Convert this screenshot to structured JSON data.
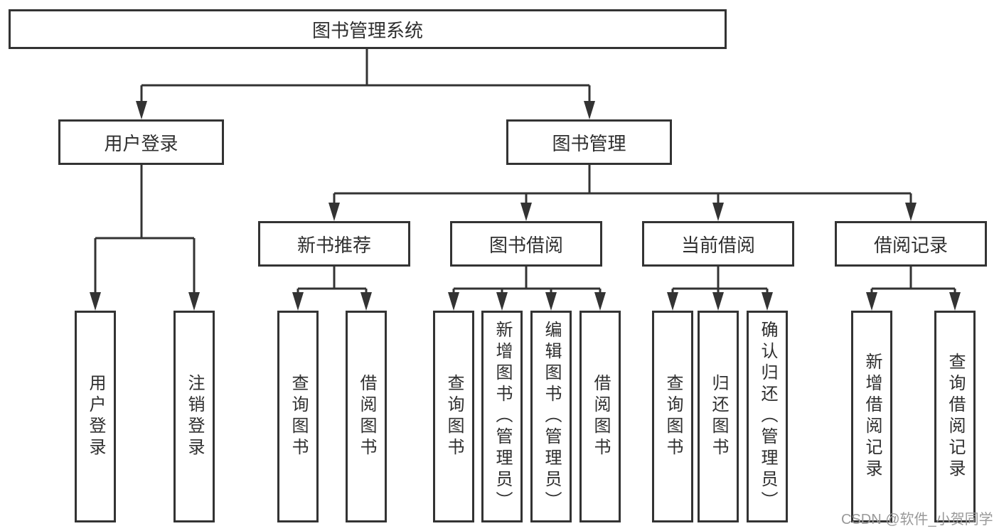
{
  "diagram": {
    "type": "hierarchy",
    "root": {
      "label": "图书管理系统"
    },
    "branches": [
      {
        "label": "用户登录",
        "leaves": [
          {
            "label": "用户登录"
          },
          {
            "label": "注销登录"
          }
        ]
      },
      {
        "label": "图书管理",
        "sections": [
          {
            "label": "新书推荐",
            "leaves": [
              {
                "label": "查询图书"
              },
              {
                "label": "借阅图书"
              }
            ]
          },
          {
            "label": "图书借阅",
            "leaves": [
              {
                "label": "查询图书"
              },
              {
                "label": "新增图书（管理员）"
              },
              {
                "label": "编辑图书（管理员）"
              },
              {
                "label": "借阅图书"
              }
            ]
          },
          {
            "label": "当前借阅",
            "leaves": [
              {
                "label": "查询图书"
              },
              {
                "label": "归还图书"
              },
              {
                "label": "确认归还（管理员）"
              }
            ]
          },
          {
            "label": "借阅记录",
            "leaves": [
              {
                "label": "新增借阅记录"
              },
              {
                "label": "查询借阅记录"
              }
            ]
          }
        ]
      }
    ]
  },
  "watermark": {
    "text": "CSDN @软件_小贺同学"
  },
  "colors": {
    "line": "#333333",
    "text": "#2f2f2f",
    "watermark": "#999999"
  }
}
